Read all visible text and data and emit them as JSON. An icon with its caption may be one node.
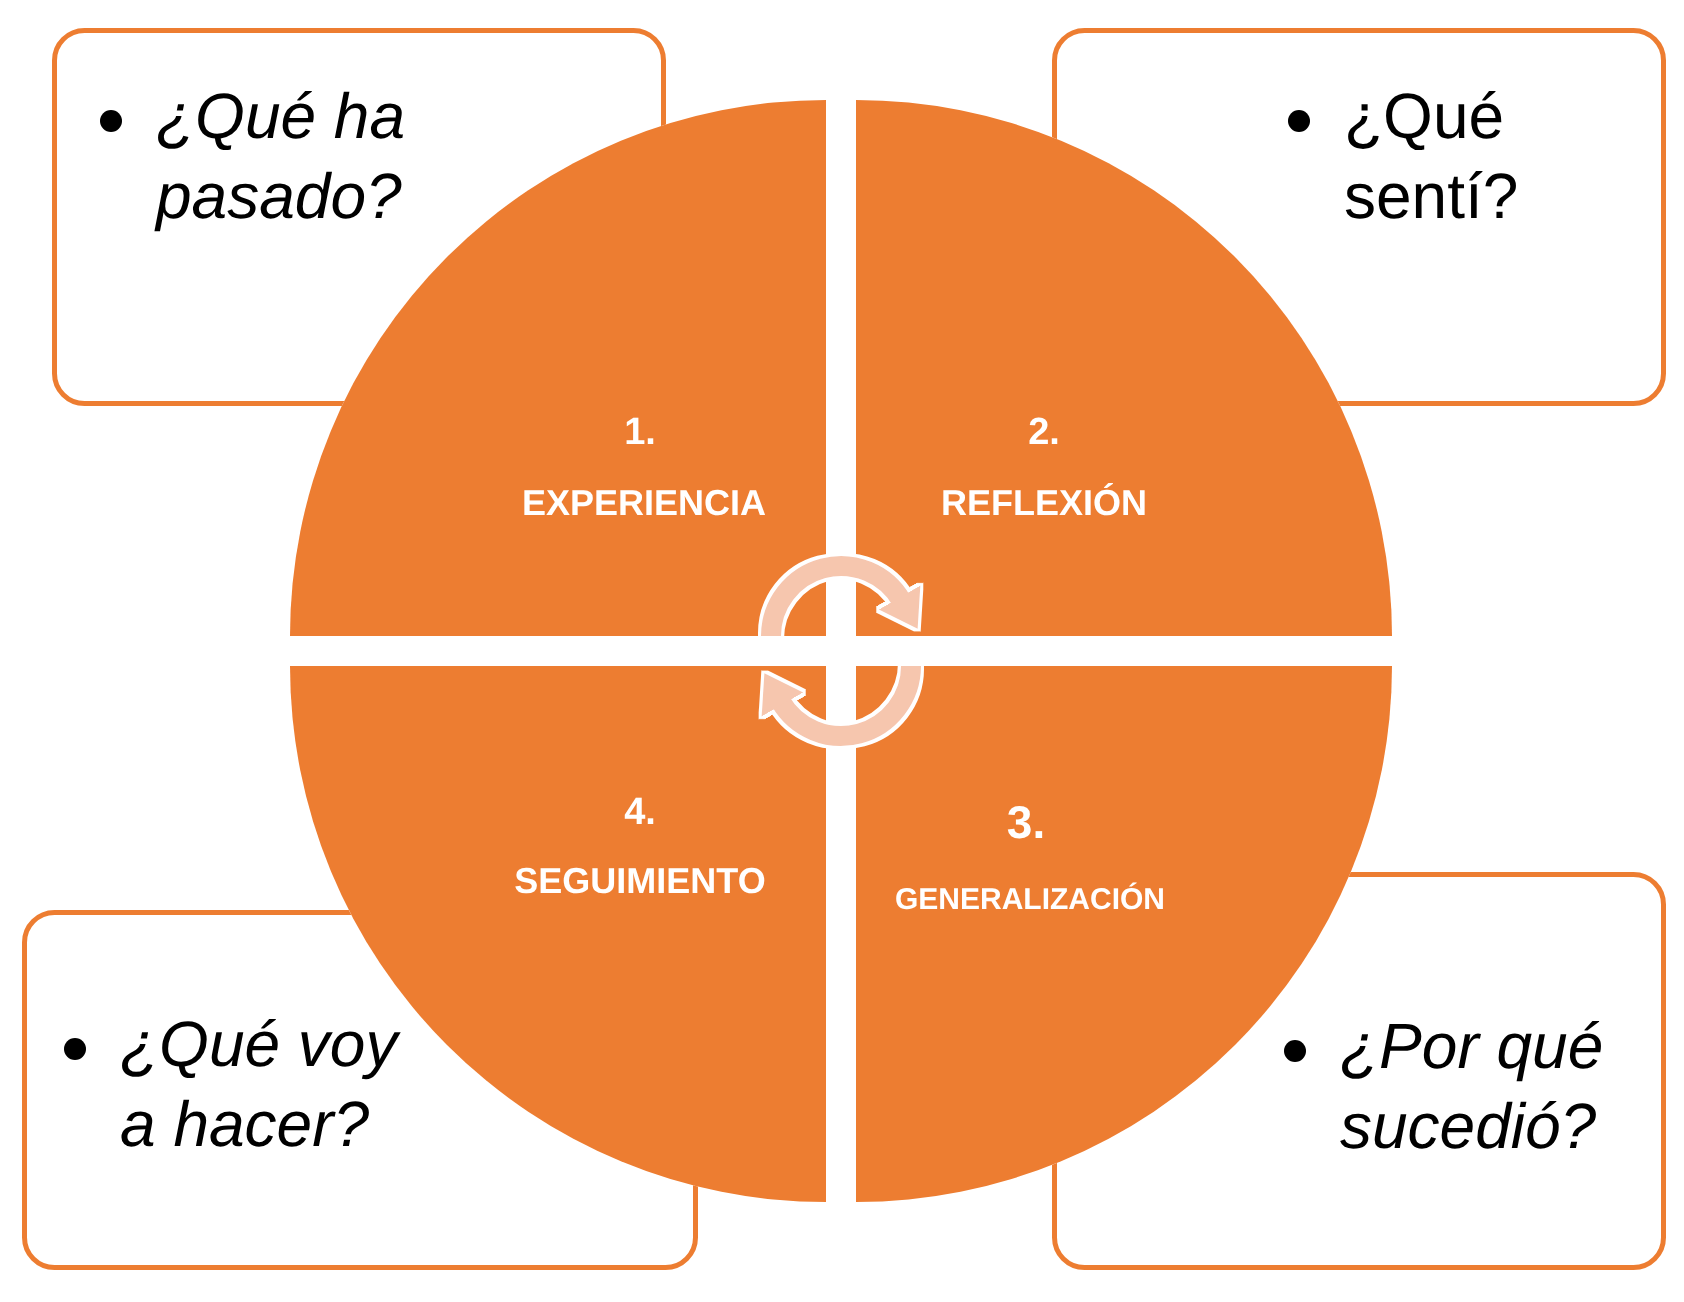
{
  "diagram": {
    "nodes": [
      {
        "text": [
          "¿Qué ha pasado?"
        ]
      },
      {
        "text": [
          "¿Qué sentí?"
        ]
      },
      {
        "text": [
          "1.",
          "EXPERIENCIA"
        ]
      },
      {
        "text": [
          "2.",
          "REFLEXIÓN"
        ]
      },
      {
        "text": [
          "4.",
          "SEGUIMIENTO"
        ]
      },
      {
        "text": [
          "3.",
          "GENERALIZACIÓN"
        ]
      },
      {
        "text": [
          "¿Qué voy a hacer?"
        ]
      },
      {
        "text": [
          "¿Por qué sucedió?"
        ]
      }
    ],
    "edges": [
      {
        "from": 2,
        "to": 3,
        "arrow": "to"
      },
      {
        "from": 5,
        "to": 4,
        "arrow": "to"
      }
    ]
  }
}
